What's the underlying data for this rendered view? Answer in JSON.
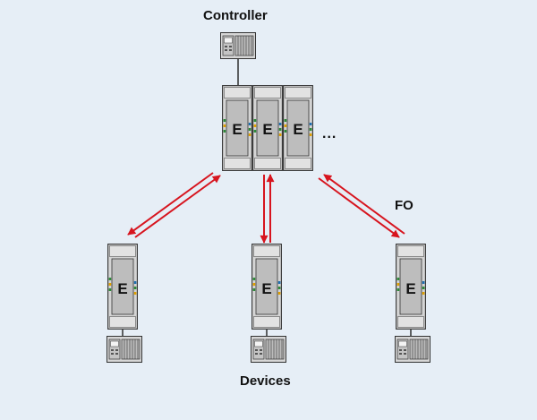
{
  "labels": {
    "controller": "Controller",
    "devices": "Devices",
    "link": "FO",
    "more": "..."
  },
  "module": {
    "letter": "E"
  },
  "colors": {
    "background": "#e6eef6",
    "arrow": "#d7141e",
    "module_body": "#d3d3d3",
    "module_panel": "#bdbdbd",
    "outline": "#333333"
  },
  "icons": {
    "controller": "plc-controller-icon",
    "device": "plc-device-icon",
    "module": "ethernet-module-icon",
    "link": "fiber-optic-arrow-pair"
  }
}
